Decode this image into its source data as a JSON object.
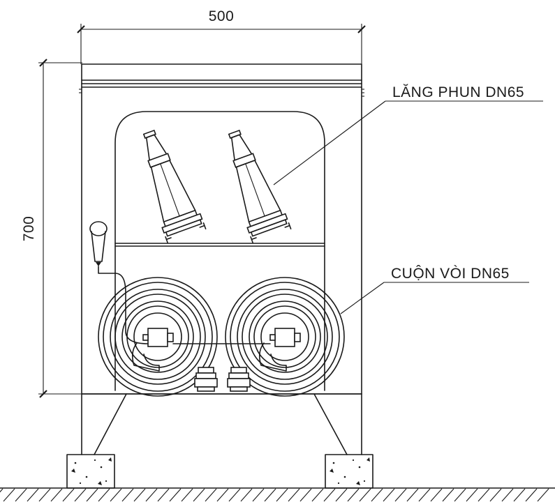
{
  "dimensions": {
    "width_label": "500",
    "height_label": "700"
  },
  "callouts": {
    "nozzle": "LĂNG PHUN DN65",
    "hose_reel": "CUỘN VÒI DN65"
  }
}
